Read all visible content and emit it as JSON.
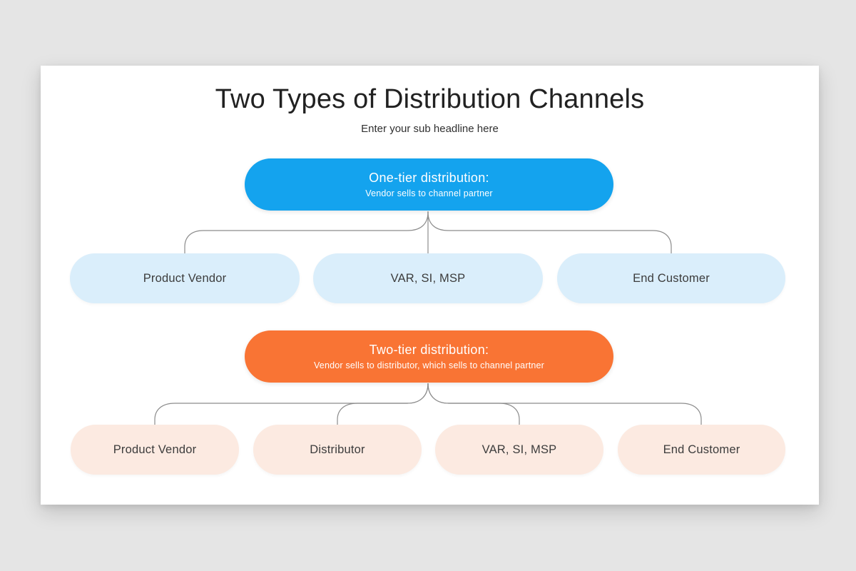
{
  "page": {
    "title": "Two Types of Distribution Channels",
    "subtitle": "Enter your sub headline here"
  },
  "diagrams": [
    {
      "id": "one-tier",
      "header": {
        "title": "One-tier distribution:",
        "description": "Vendor sells to channel partner"
      },
      "children": [
        "Product Vendor",
        "VAR, SI, MSP",
        "End Customer"
      ]
    },
    {
      "id": "two-tier",
      "header": {
        "title": "Two-tier distribution:",
        "description": "Vendor sells to distributor, which sells to channel partner"
      },
      "children": [
        "Product Vendor",
        "Distributor",
        "VAR, SI, MSP",
        "End Customer"
      ]
    }
  ],
  "colors": {
    "bg": "#e5e5e5",
    "card": "#ffffff",
    "blue": "#14a3ee",
    "light-blue": "#daeefb",
    "orange": "#f97434",
    "peach": "#fceae1",
    "line": "#8c8c8c",
    "title-color": "#212121",
    "subtitle-color": "#303030",
    "label-color": "#3c3c3c"
  }
}
